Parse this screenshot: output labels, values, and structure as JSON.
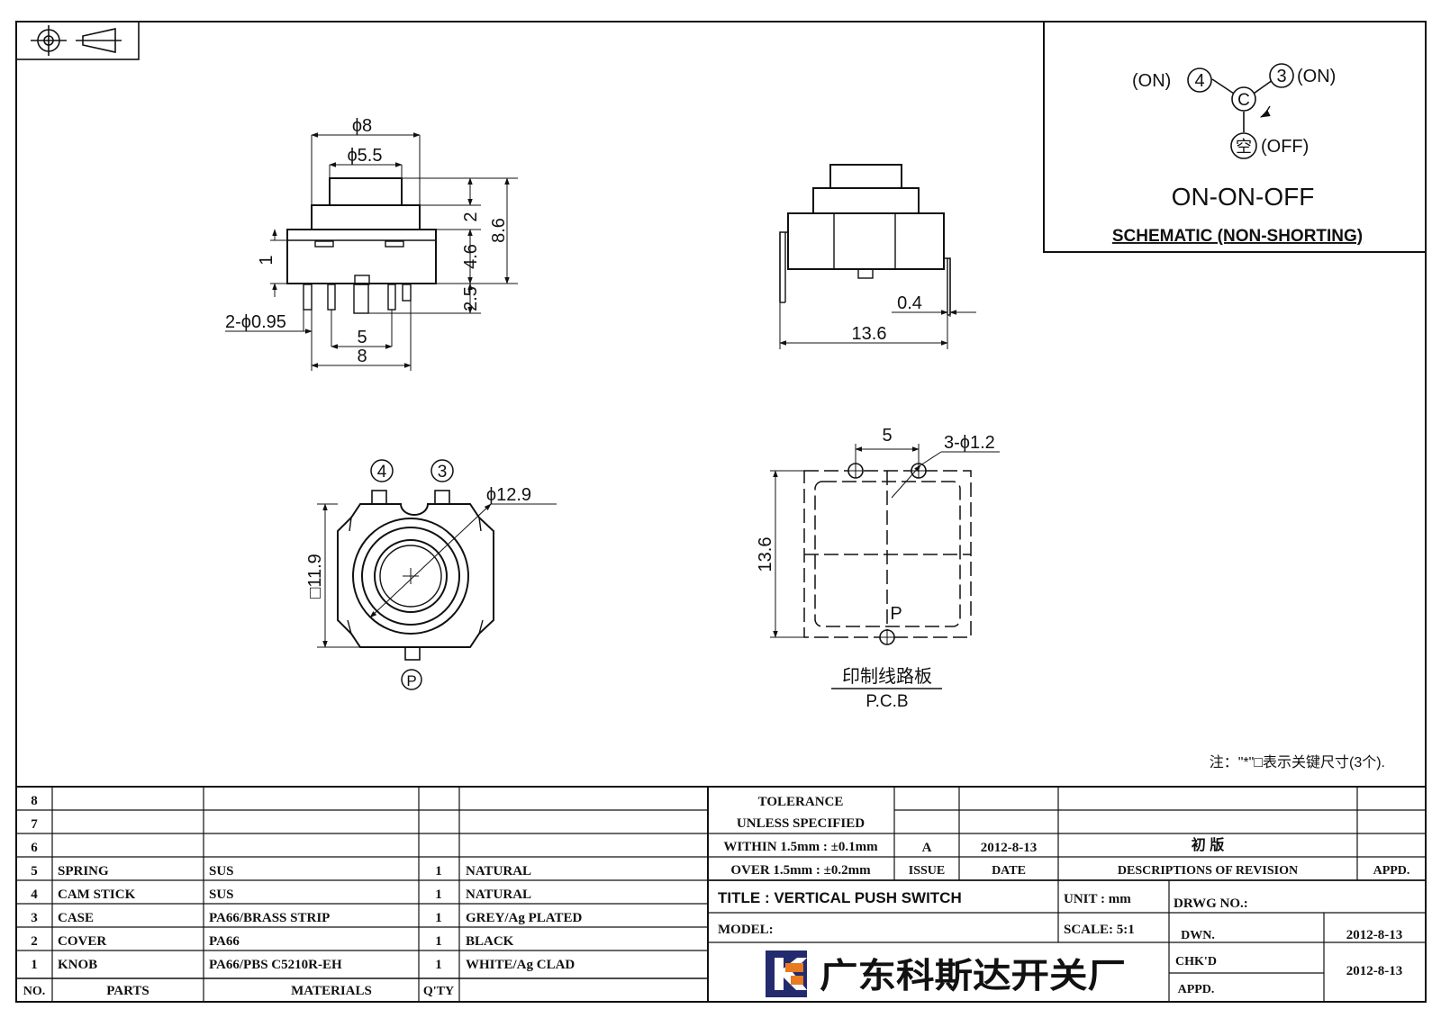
{
  "schematic": {
    "pos4_label": "(ON)",
    "pos3_label": "(ON)",
    "off_label": "(OFF)",
    "node4": "4",
    "node3": "3",
    "common": "C",
    "off_node": "空",
    "title": "ON-ON-OFF",
    "subtitle": "SCHEMATIC (NON-SHORTING)"
  },
  "front_view": {
    "d_outer": "ϕ8",
    "d_inner": "ϕ5.5",
    "h_top": "2",
    "h_body": "4.6",
    "h_total": "8.6",
    "h_pin": "2.5",
    "h_small": "1",
    "pin_dia": "2-ϕ0.95",
    "pitch": "5",
    "width": "8"
  },
  "side_view": {
    "pin_thk": "0.4",
    "width": "13.6"
  },
  "bottom_view": {
    "term4": "4",
    "term3": "3",
    "termP": "P",
    "dia": "ϕ12.9",
    "square": "□11.9"
  },
  "pcb_view": {
    "pitch": "5",
    "holes": "3-ϕ1.2",
    "size": "13.6",
    "p_label": "P",
    "label_cn": "印制线路板",
    "label_en": "P.C.B"
  },
  "note": "注：\"*\"□表示关键尺寸(3个).",
  "bom": {
    "header": {
      "no": "NO.",
      "parts": "PARTS",
      "materials": "MATERIALS",
      "qty": "Q'TY"
    },
    "rows": [
      {
        "no": "8",
        "part": "",
        "material": "",
        "qty": "",
        "finish": ""
      },
      {
        "no": "7",
        "part": "",
        "material": "",
        "qty": "",
        "finish": ""
      },
      {
        "no": "6",
        "part": "",
        "material": "",
        "qty": "",
        "finish": ""
      },
      {
        "no": "5",
        "part": "SPRING",
        "material": "SUS",
        "qty": "1",
        "finish": "NATURAL"
      },
      {
        "no": "4",
        "part": "CAM STICK",
        "material": "SUS",
        "qty": "1",
        "finish": "NATURAL"
      },
      {
        "no": "3",
        "part": "CASE",
        "material": "PA66/BRASS STRIP",
        "qty": "1",
        "finish": "GREY/Ag PLATED"
      },
      {
        "no": "2",
        "part": "COVER",
        "material": "PA66",
        "qty": "1",
        "finish": "BLACK"
      },
      {
        "no": "1",
        "part": "KNOB",
        "material": "PA66/PBS C5210R-EH",
        "qty": "1",
        "finish": "WHITE/Ag CLAD"
      }
    ]
  },
  "title_block": {
    "tol1": "TOLERANCE",
    "tol2": "UNLESS SPECIFIED",
    "tol3": "WITHIN 1.5mm : ±0.1mm",
    "tol4": "OVER 1.5mm : ±0.2mm",
    "rev_issue": "A",
    "rev_date": "2012-8-13",
    "rev_desc": "初 版",
    "h_issue": "ISSUE",
    "h_date": "DATE",
    "h_desc": "DESCRIPTIONS OF REVISION",
    "h_appd": "APPD.",
    "title": "TITLE :  VERTICAL PUSH SWITCH",
    "unit": "UNIT :  mm",
    "drwg": "DRWG NO.:",
    "model": "MODEL:",
    "scale": "SCALE:  5:1",
    "dwn": "DWN.",
    "dwn_date": "2012-8-13",
    "chkd": "CHK'D",
    "chkd_date": "2012-8-13",
    "appd": "APPD.",
    "company": "广东科斯达开关厂"
  }
}
